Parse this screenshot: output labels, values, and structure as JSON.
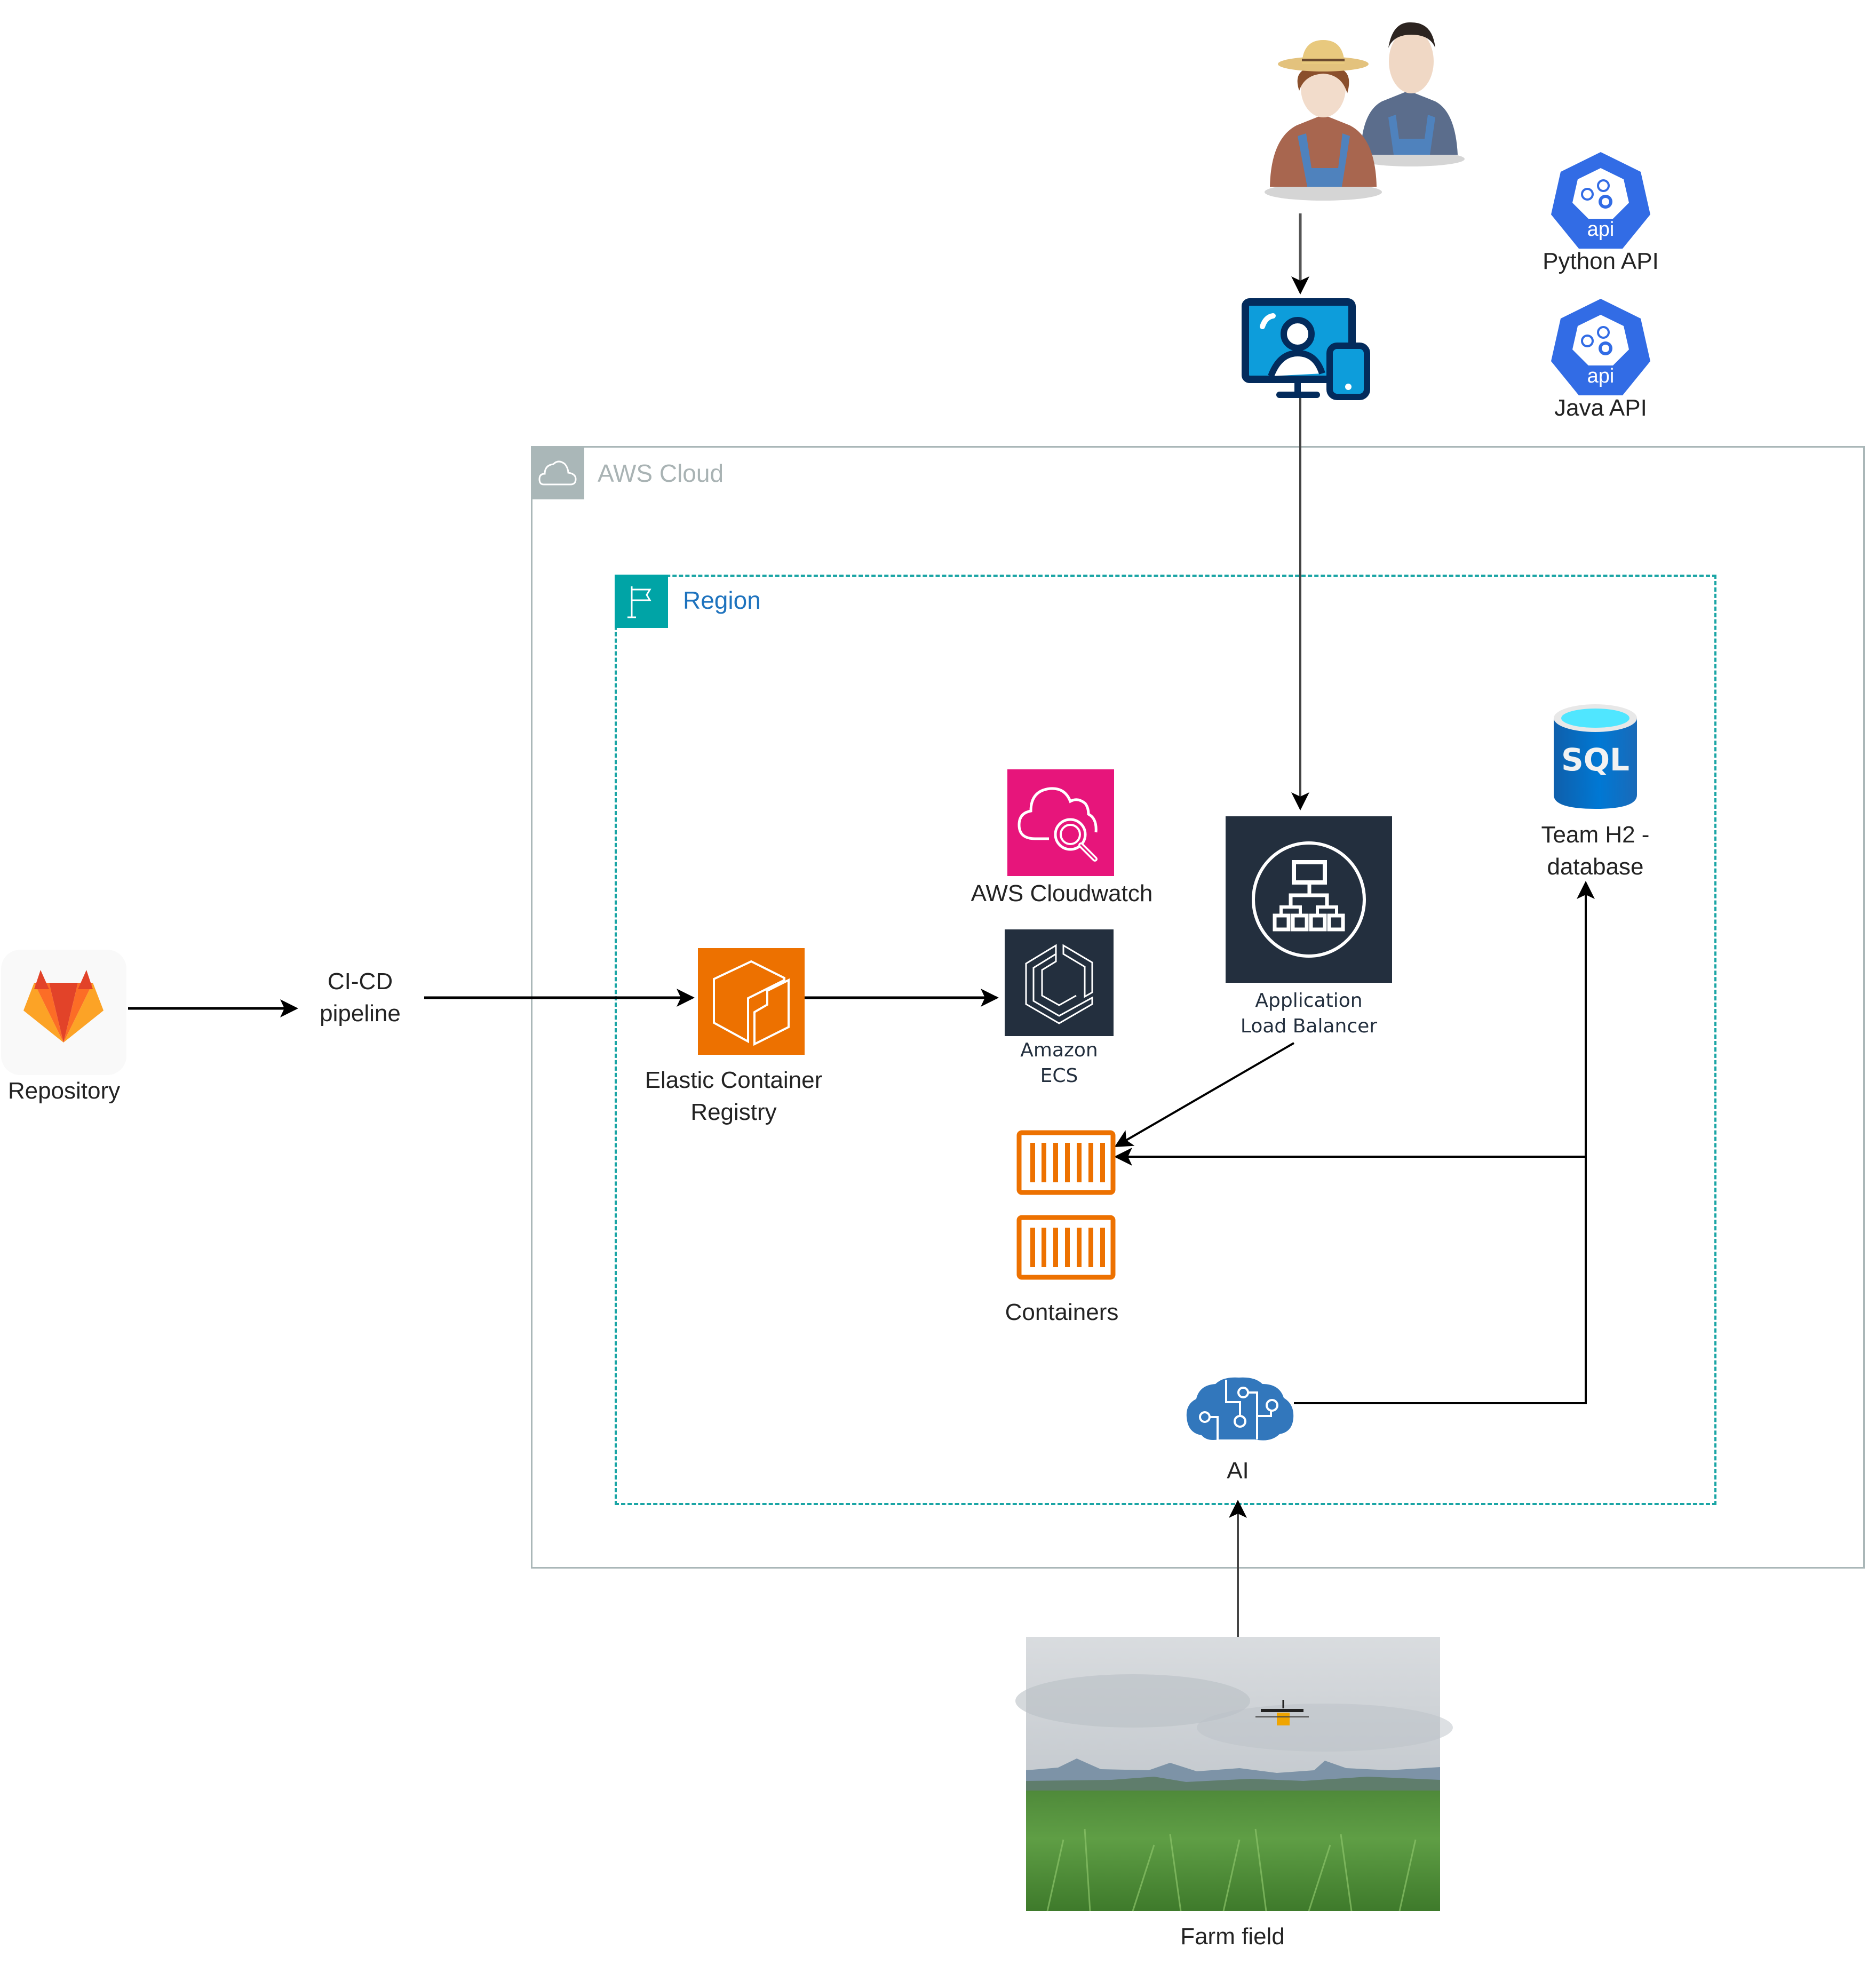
{
  "diagram": {
    "groups": {
      "aws_cloud": {
        "title": "AWS Cloud",
        "icon": "cloud-icon",
        "border_color": "#aab7b8"
      },
      "region": {
        "title": "Region",
        "icon": "flag-icon",
        "border_color": "#1aa5a5",
        "title_color": "#1e73be"
      }
    },
    "nodes": {
      "users": {
        "label": "",
        "icon": "farmers-users-icon"
      },
      "client_device": {
        "label": "",
        "icon": "desktop-mobile-client-icon"
      },
      "python_api": {
        "label": "Python API",
        "icon": "api-gears-icon",
        "badge_text": "api",
        "color": "#326ce5"
      },
      "java_api": {
        "label": "Java API",
        "icon": "api-gears-icon",
        "badge_text": "api",
        "color": "#326ce5"
      },
      "repository": {
        "label": "Repository",
        "icon": "gitlab-icon"
      },
      "cicd": {
        "label_line1": "CI-CD",
        "label_line2": "pipeline"
      },
      "ecr": {
        "label_line1": "Elastic Container",
        "label_line2": "Registry",
        "icon": "ecr-registry-icon",
        "color": "#ed7100"
      },
      "cloudwatch": {
        "label": "AWS Cloudwatch",
        "icon": "cloudwatch-icon",
        "color": "#e7157b"
      },
      "ecs": {
        "label_line1": "Amazon",
        "label_line2": "ECS",
        "icon": "ecs-icon",
        "color": "#232f3e"
      },
      "alb": {
        "label_line1": "Application",
        "label_line2": "Load Balancer",
        "icon": "load-balancer-icon",
        "color": "#232f3e"
      },
      "database": {
        "label_line1": "Team H2 -",
        "label_line2": "database",
        "icon": "sql-database-icon",
        "icon_text": "SQL",
        "color": "#0072c6"
      },
      "containers": {
        "label": "Containers",
        "icon": "container-icon",
        "count": 2,
        "color": "#ed7100"
      },
      "ai": {
        "label": "AI",
        "icon": "ai-brain-icon",
        "color": "#3277bc"
      },
      "farm_field": {
        "label": "Farm field",
        "icon": "farm-field-drone-photo"
      }
    },
    "edges": [
      {
        "from": "users",
        "to": "client_device"
      },
      {
        "from": "client_device",
        "to": "alb"
      },
      {
        "from": "repository",
        "to": "cicd"
      },
      {
        "from": "cicd",
        "to": "ecr"
      },
      {
        "from": "ecr",
        "to": "ecs"
      },
      {
        "from": "alb",
        "to": "containers"
      },
      {
        "from": "database",
        "to": "containers"
      },
      {
        "from": "ai",
        "to": "database"
      },
      {
        "from": "farm_field",
        "to": "ai"
      }
    ]
  }
}
